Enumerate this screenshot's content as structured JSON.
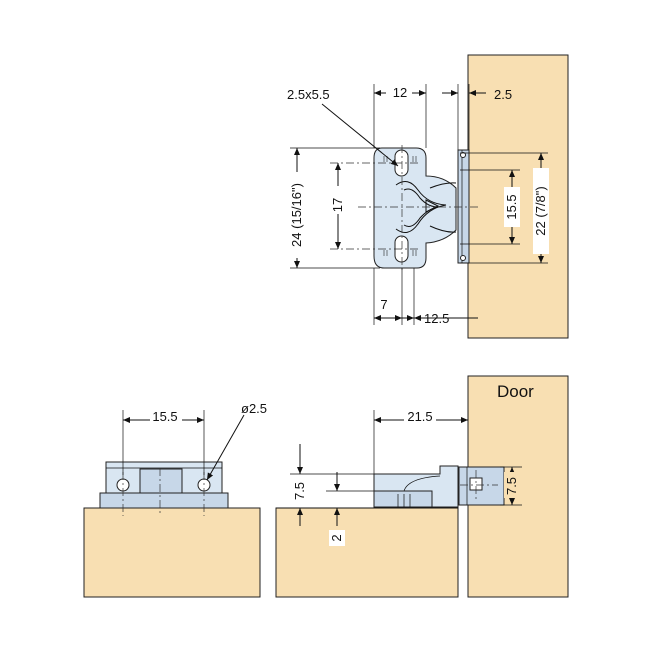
{
  "labels": {
    "slot": "2.5x5.5",
    "width_12": "12",
    "thick_2_5": "2.5",
    "height_24": "24 (15/16\")",
    "pitch_17": "17",
    "pitch_15_5_right": "15.5",
    "height_22": "22 (7/8\")",
    "offset_7": "7",
    "depth_12_5": "12.5",
    "hole_pitch_15_5": "15.5",
    "hole_dia": "ø2.5",
    "reach_21_5": "21.5",
    "height_7_5_left": "7.5",
    "gap_2": "2",
    "height_7_5_right": "7.5",
    "door": "Door"
  },
  "colors": {
    "wood": "#f8dfb2",
    "metal": "#d9e6f2",
    "line": "#111111"
  }
}
